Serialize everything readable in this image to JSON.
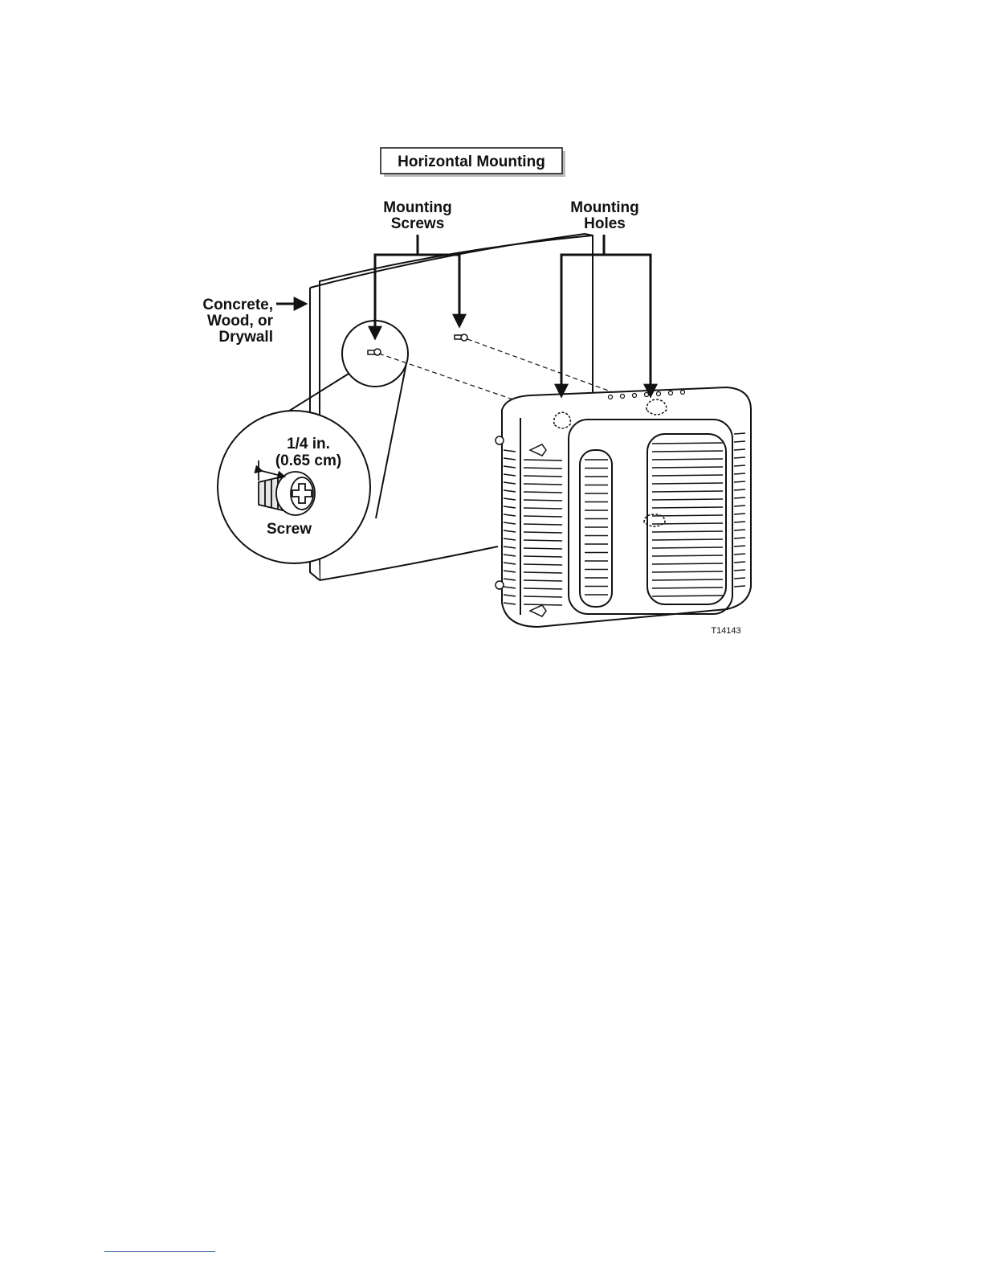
{
  "figure": {
    "title": "Horizontal Mounting",
    "labels": {
      "mounting_screws": [
        "Mounting",
        "Screws"
      ],
      "mounting_holes": [
        "Mounting",
        "Holes"
      ],
      "surface": [
        "Concrete,",
        "Wood, or",
        "Drywall"
      ],
      "dimension": [
        "1/4 in.",
        "(0.65 cm)"
      ],
      "screw": "Screw"
    },
    "figure_code": "T14143"
  }
}
